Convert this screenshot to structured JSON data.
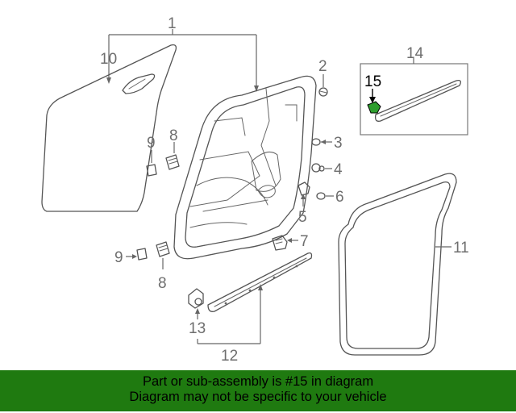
{
  "diagram": {
    "callouts": {
      "c1": "1",
      "c2": "2",
      "c3": "3",
      "c4": "4",
      "c5": "5",
      "c6": "6",
      "c7": "7",
      "c8a": "8",
      "c8b": "8",
      "c9a": "9",
      "c9b": "9",
      "c10": "10",
      "c11": "11",
      "c12": "12",
      "c13": "13",
      "c14": "14",
      "c15": "15"
    },
    "highlight_color": "#2e9e2e"
  },
  "banner": {
    "line1": "Part or sub-assembly is #15 in diagram",
    "line2": "Diagram may not be specific to your vehicle",
    "background": "#1f7a10"
  }
}
